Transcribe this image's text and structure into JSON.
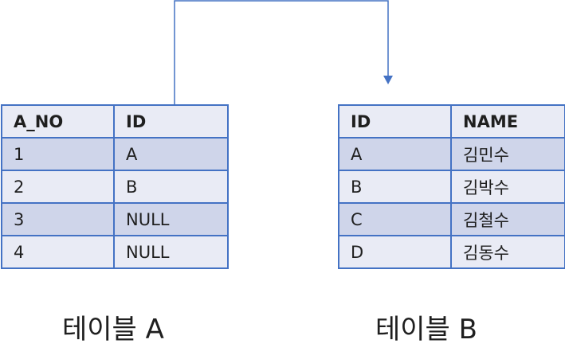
{
  "table_a": {
    "headers": [
      "A_NO",
      "ID"
    ],
    "rows": [
      [
        "1",
        "A"
      ],
      [
        "2",
        "B"
      ],
      [
        "3",
        "NULL"
      ],
      [
        "4",
        "NULL"
      ]
    ],
    "caption": "테이블 A"
  },
  "table_b": {
    "headers": [
      "ID",
      "NAME"
    ],
    "rows": [
      [
        "A",
        "김민수"
      ],
      [
        "B",
        "김박수"
      ],
      [
        "C",
        "김철수"
      ],
      [
        "D",
        "김동수"
      ]
    ],
    "caption": "테이블 B"
  },
  "colors": {
    "border": "#4472C4",
    "band_dark": "#CFD5EA",
    "band_light": "#E9EBF5",
    "arrow": "#4472C4"
  }
}
